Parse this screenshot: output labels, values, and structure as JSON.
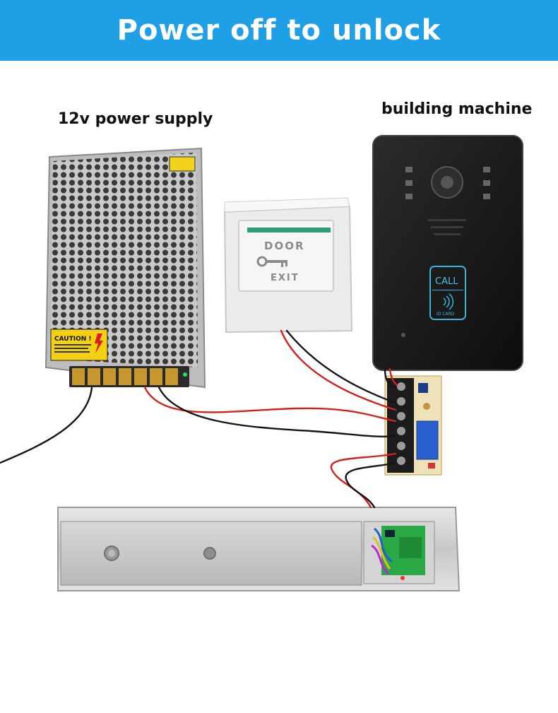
{
  "header": {
    "title": "Power off to unlock"
  },
  "labels": {
    "power_supply": "12v power supply",
    "building_machine": "building machine"
  },
  "exit_button": {
    "line1": "DOOR",
    "line2": "EXIT"
  },
  "power_supply_unit": {
    "caution": "CAUTION !"
  },
  "intercom": {
    "call": "CALL",
    "card": "ID CARD"
  },
  "colors": {
    "banner": "#1e9fe6",
    "wire_red": "#d42020",
    "wire_black": "#151515",
    "relay_blue": "#2a5fd0",
    "pcb_green": "#2aa845",
    "intercom_body": "#1a1a1a"
  }
}
